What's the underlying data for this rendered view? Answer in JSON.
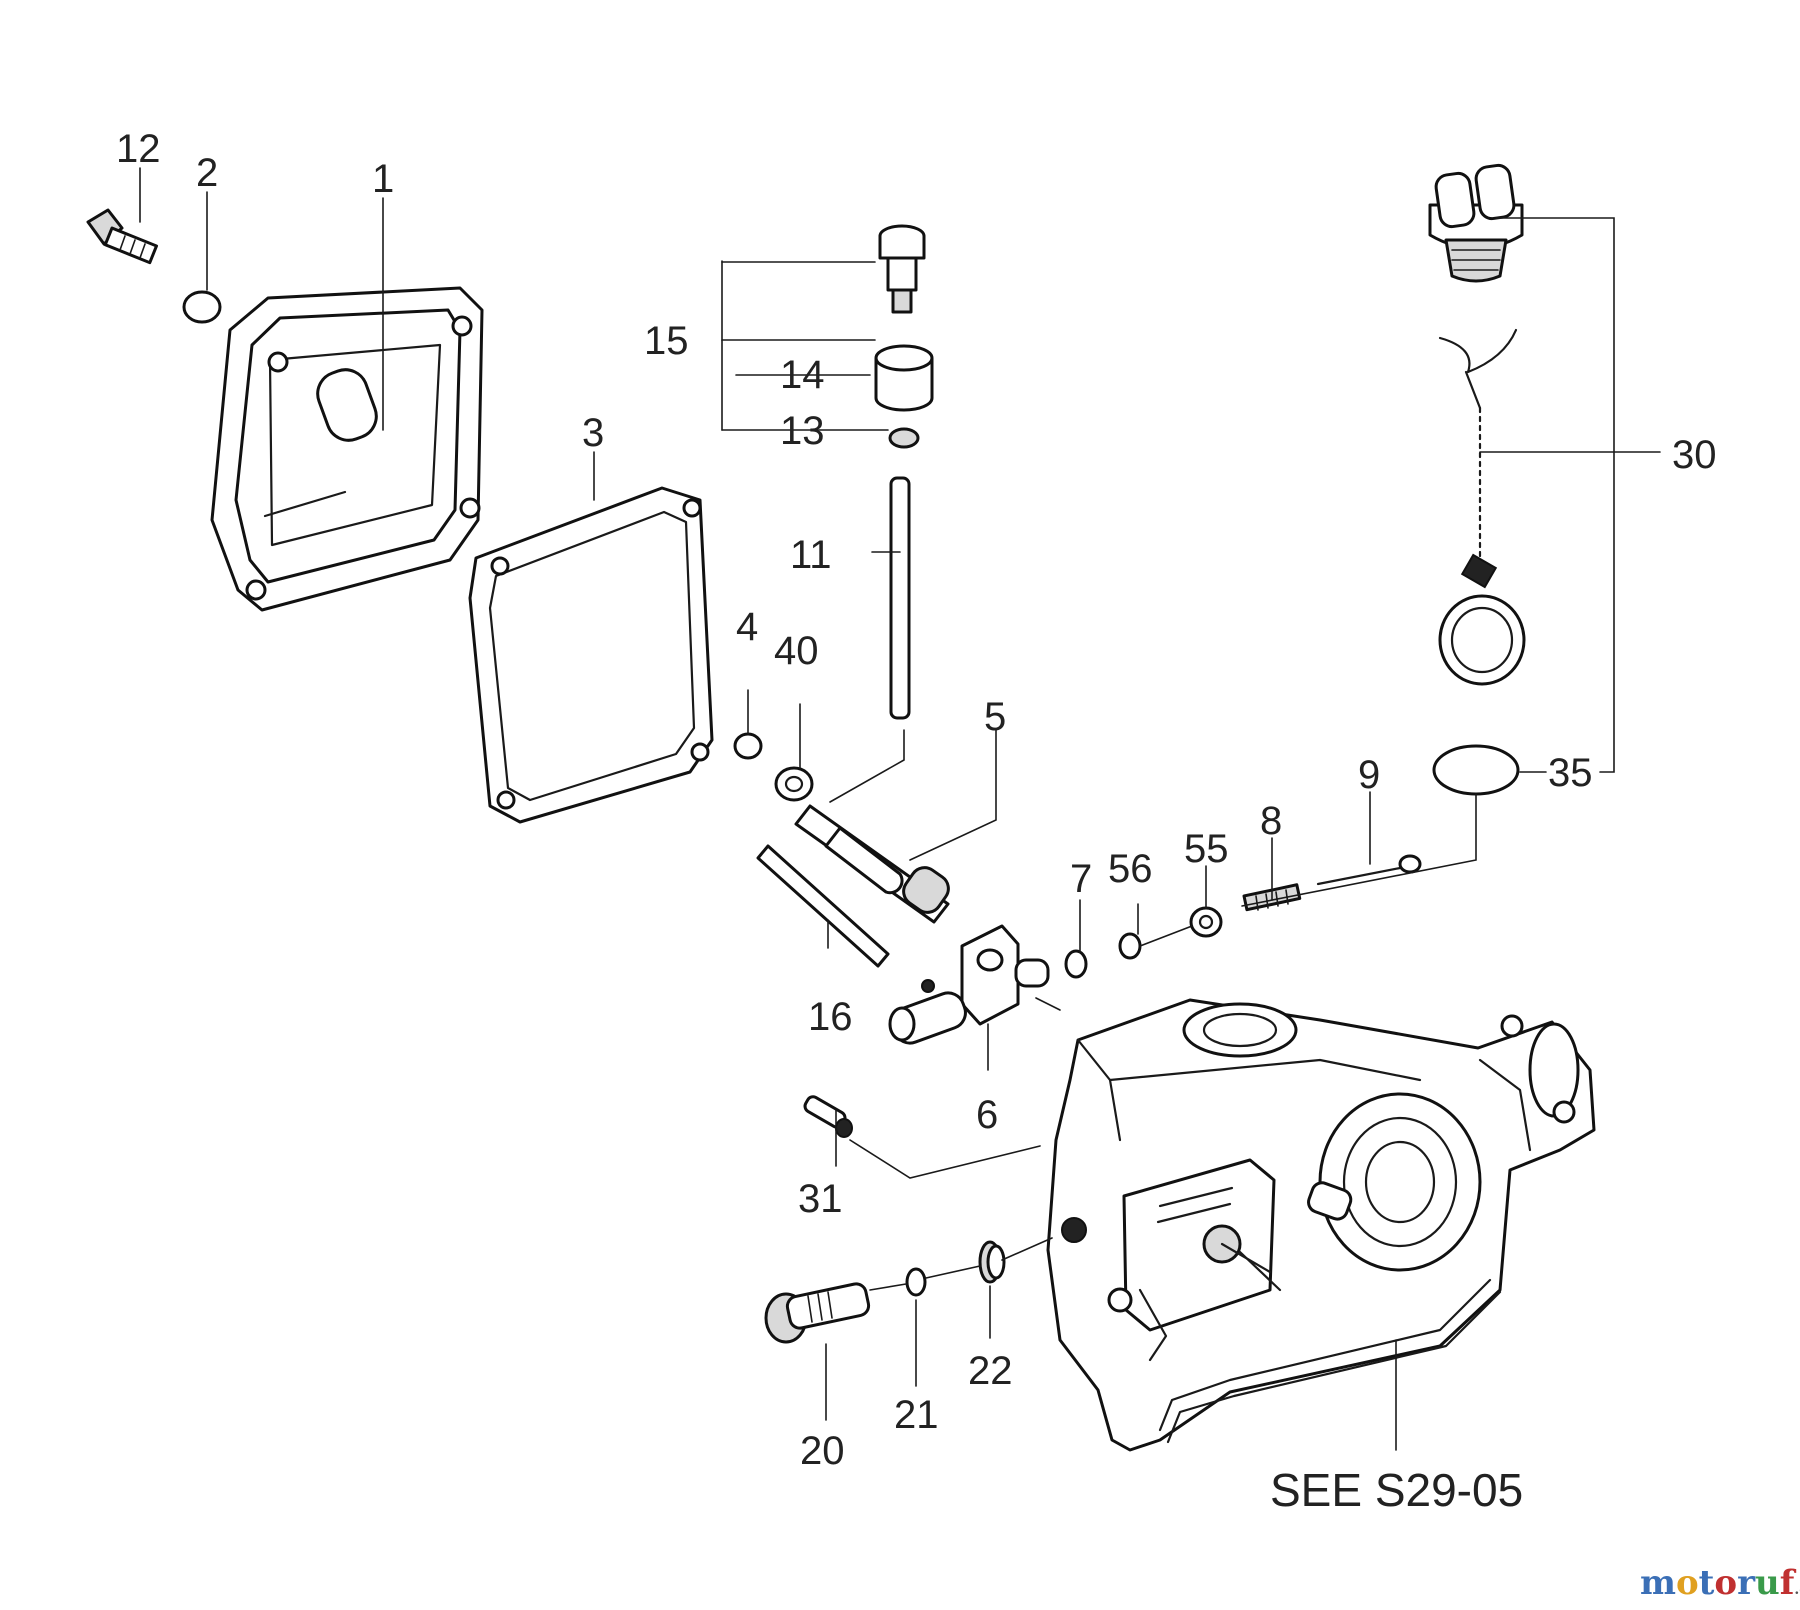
{
  "labels": {
    "p1": "1",
    "p2": "2",
    "p3": "3",
    "p4": "4",
    "p5": "5",
    "p6": "6",
    "p7": "7",
    "p8": "8",
    "p9": "9",
    "p11": "11",
    "p12": "12",
    "p13": "13",
    "p14": "14",
    "p15": "15",
    "p16": "16",
    "p20": "20",
    "p21": "21",
    "p22": "22",
    "p30": "30",
    "p31": "31",
    "p35": "35",
    "p40": "40",
    "p55": "55",
    "p56": "56"
  },
  "reference_note": "SEE S29-05",
  "watermark": {
    "part1": "motoruf",
    "part2": ".de",
    "colors": [
      "#3b6fb6",
      "#e0a020",
      "#c03030",
      "#3a9a4a"
    ]
  }
}
